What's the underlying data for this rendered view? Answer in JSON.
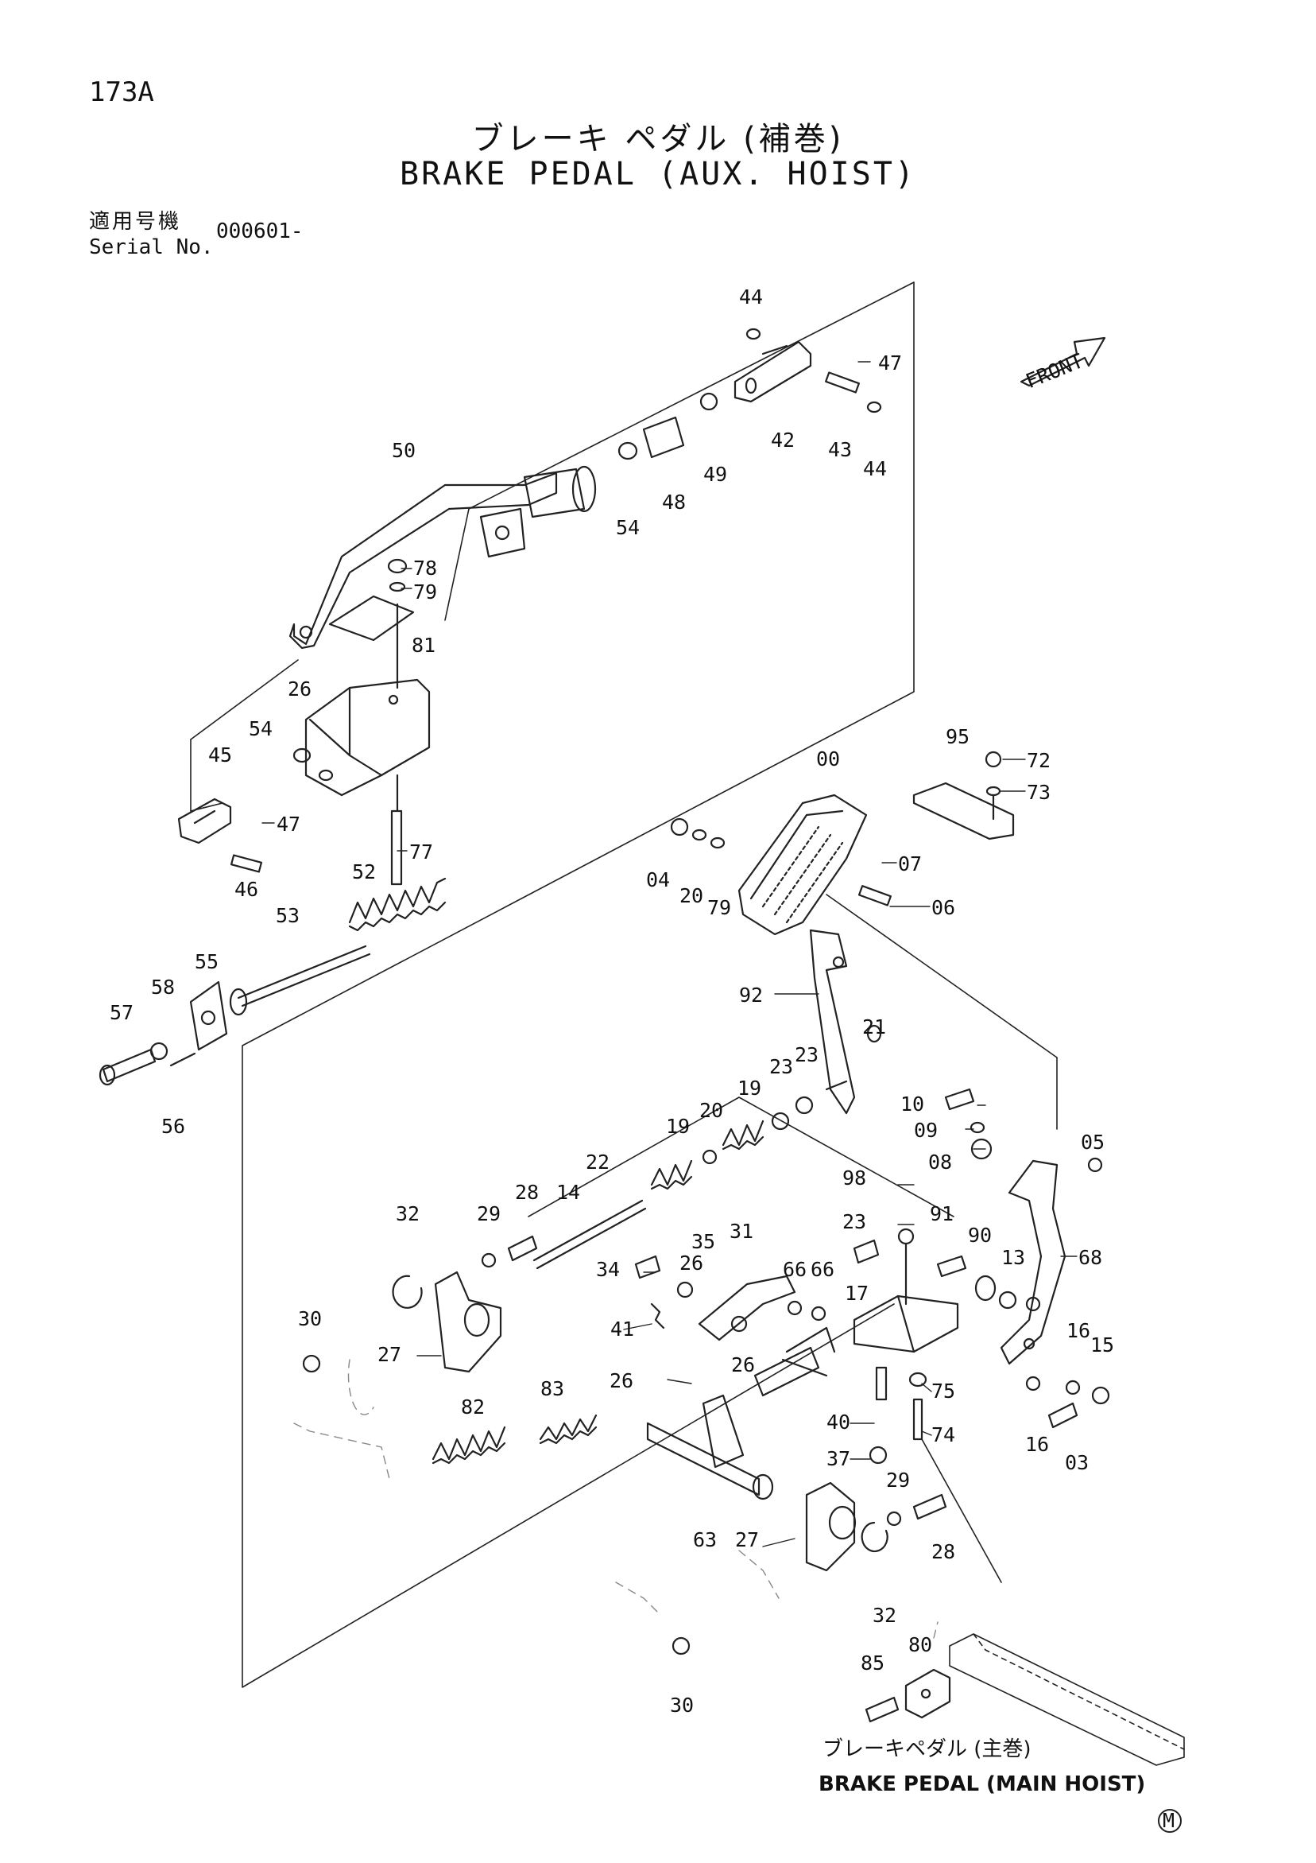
{
  "header": {
    "page_code": "173A",
    "title_jp": "ブレーキ ペダル (補巻)",
    "title_en": "BRAKE PEDAL (AUX. HOIST)",
    "serial_label_jp": "適用号機",
    "serial_label_en": "Serial No.",
    "serial_value": "000601-"
  },
  "front_label": "FRONT",
  "main_hoist_caption": {
    "jp": "ブレーキペダル (主巻)",
    "en": "BRAKE PEDAL (MAIN HOIST)"
  },
  "corner_mark": "M",
  "part_numbers": {
    "p44a": "44",
    "p47a": "47",
    "p42": "42",
    "p43": "43",
    "p44b": "44",
    "p49": "49",
    "p48": "48",
    "p54a": "54",
    "p50": "50",
    "p78": "78",
    "p79a": "79",
    "p81": "81",
    "p26a": "26",
    "p54b": "54",
    "p45": "45",
    "p47b": "47",
    "p77": "77",
    "p46": "46",
    "p52": "52",
    "p53": "53",
    "p55": "55",
    "p58": "58",
    "p57": "57",
    "p56": "56",
    "p95": "95",
    "p72": "72",
    "p73": "73",
    "p00": "00",
    "p04": "04",
    "p20a": "20",
    "p79b": "79",
    "p07": "07",
    "p06": "06",
    "p92": "92",
    "p21": "21",
    "p23a": "23",
    "p23b": "23",
    "p19a": "19",
    "p20b": "20",
    "p19b": "19",
    "p22": "22",
    "p14": "14",
    "p28a": "28",
    "p29a": "29",
    "p32a": "32",
    "p10": "10",
    "p09": "09",
    "p08": "08",
    "p05": "05",
    "p98": "98",
    "p23c": "23",
    "p91": "91",
    "p90": "90",
    "p13": "13",
    "p68": "68",
    "p35": "35",
    "p31": "31",
    "p34": "34",
    "p26b": "26",
    "p66a": "66",
    "p66b": "66",
    "p17": "17",
    "p41": "41",
    "p26c": "26",
    "p30a": "30",
    "p27a": "27",
    "p16a": "16",
    "p15": "15",
    "p26d": "26",
    "p75": "75",
    "p82": "82",
    "p83": "83",
    "p40": "40",
    "p74": "74",
    "p16b": "16",
    "p03": "03",
    "p37": "37",
    "p29b": "29",
    "p28b": "28",
    "p63": "63",
    "p27b": "27",
    "p32b": "32",
    "p80": "80",
    "p85": "85",
    "p30b": "30"
  }
}
